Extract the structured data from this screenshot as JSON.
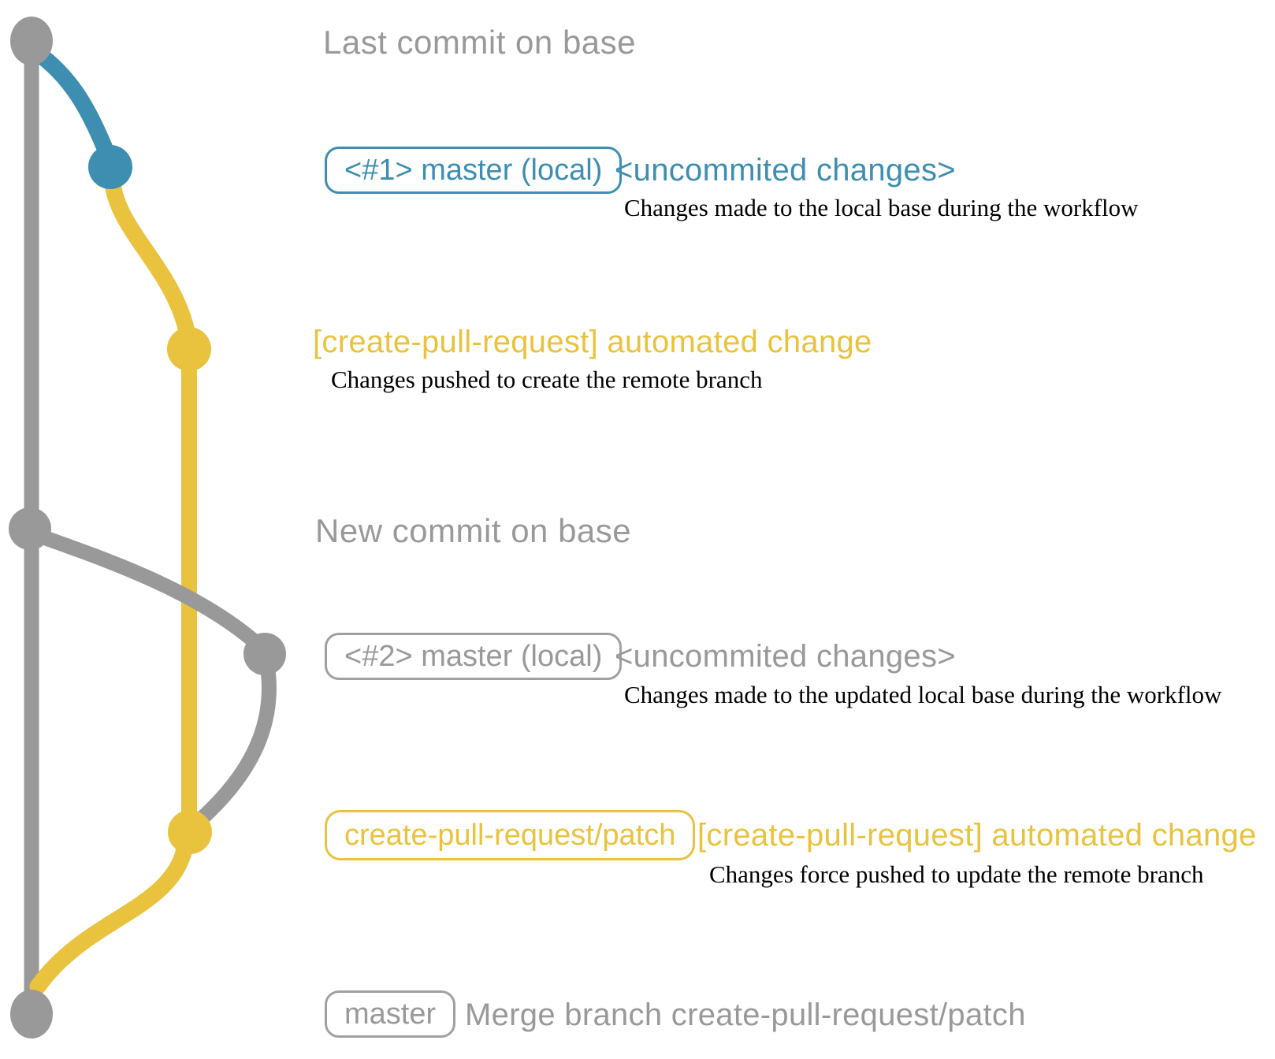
{
  "colors": {
    "gray": "#999999",
    "blue": "#3d8eb1",
    "yellow": "#e9c23e",
    "black": "#000000"
  },
  "graph": {
    "branches": [
      {
        "name": "base (master remote)",
        "color": "gray"
      },
      {
        "name": "master (local)",
        "color": "blue then gray"
      },
      {
        "name": "create-pull-request/patch",
        "color": "yellow"
      }
    ],
    "nodes": [
      {
        "name": "last-commit-on-base",
        "color": "gray"
      },
      {
        "name": "local-commit-1",
        "color": "blue"
      },
      {
        "name": "remote-patch-commit-1",
        "color": "yellow"
      },
      {
        "name": "new-commit-on-base",
        "color": "gray"
      },
      {
        "name": "local-commit-2",
        "color": "gray"
      },
      {
        "name": "remote-patch-commit-2",
        "color": "yellow"
      },
      {
        "name": "merge-commit",
        "color": "gray"
      }
    ]
  },
  "rows": {
    "row1": {
      "caption": "Last commit on base"
    },
    "row2": {
      "badge": "<#1> master (local)",
      "heading": "<uncommited changes>",
      "desc": "Changes made to the local base during the workflow"
    },
    "row3": {
      "heading": "[create-pull-request] automated change",
      "desc": "Changes pushed to create the remote branch"
    },
    "row4": {
      "caption": "New commit on base"
    },
    "row5": {
      "badge": "<#2> master (local)",
      "heading": "<uncommited changes>",
      "desc": "Changes made to the updated local base during the workflow"
    },
    "row6": {
      "badge": "create-pull-request/patch",
      "heading": "[create-pull-request] automated change",
      "desc": "Changes force pushed to update the remote branch"
    },
    "row7": {
      "badge": "master",
      "heading": "Merge branch create-pull-request/patch"
    }
  }
}
